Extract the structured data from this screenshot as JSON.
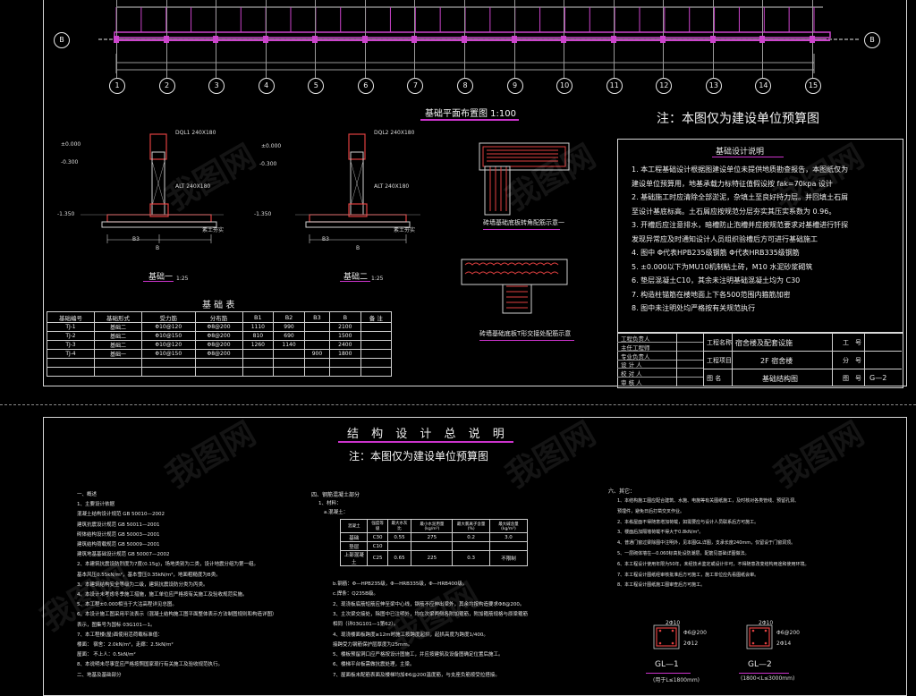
{
  "plan": {
    "axis_b": "B",
    "axis_numbers": [
      "1",
      "2",
      "3",
      "4",
      "5",
      "6",
      "7",
      "8",
      "9",
      "10",
      "11",
      "12",
      "13",
      "14",
      "15"
    ],
    "title": "基础平面布置图 1:100",
    "note": "注：本图仅为建设单位预算图"
  },
  "sections": {
    "section1_label": "基础一",
    "section1_scale": "1:25",
    "section2_label": "基础二",
    "section2_scale": "1:25",
    "s1_beam": "DQL1 240X180",
    "s1_beam2": "ALT 240X180",
    "s2_beam": "DQL2 240X180",
    "s2_beam2": "ALT 240X180",
    "elev_top": "±0.000",
    "elev_mid": "-0.300",
    "elev_bot": "-1.350",
    "dim_b3": "B3",
    "dim_b": "B",
    "dim_b3b": "B3",
    "dim_b2": "B",
    "soil": "素土夯实",
    "soil2": "素土夯实"
  },
  "foundation_table": {
    "title": "基 础 表",
    "headers": [
      "基础编号",
      "基础形式",
      "受力筋",
      "分布筋",
      "B1",
      "B2",
      "B3",
      "B",
      "备 注"
    ],
    "rows": [
      [
        "TJ-1",
        "基础二",
        "Φ10@120",
        "Φ8@200",
        "1110",
        "990",
        "",
        "2100",
        ""
      ],
      [
        "TJ-2",
        "基础二",
        "Φ10@150",
        "Φ8@200",
        "810",
        "690",
        "",
        "1500",
        ""
      ],
      [
        "TJ-3",
        "基础二",
        "Φ10@120",
        "Φ8@200",
        "1260",
        "1140",
        "",
        "2400",
        ""
      ],
      [
        "TJ-4",
        "基础一",
        "Φ10@150",
        "Φ8@200",
        "",
        "",
        "900",
        "1800",
        ""
      ]
    ]
  },
  "details": {
    "detail1": "砖墙基础底板转角配筋示意一",
    "detail2": "砖墙基础底板T形交接处配筋示意"
  },
  "design_notes": {
    "title": "基础设计说明",
    "items": [
      "1.  本工程基础设计根据图建设单位未提供地质勘查报告，本图纸仅为",
      "     建设单位预算用，地基承载力标特征值假设按  fak=70kpa 设计",
      "2.  基础施工时应清除全部淤泥，杂填土至良好持力层。并回填土石屑",
      "     至设计基底标高。土石屑应按规范分层夯实其压实系数为 0.96。",
      "3.  开槽后应注意排水，暗槽防止泡槽并应按规范要求对基槽进行钎探",
      "     发现异常应及时通知设计人员组织验槽后方可进行基础施工",
      "4.  图中 Φ代表HPB235级钢筋 Φ代表HRB335级钢筋",
      "5.  ±0.000以下为MU10机制粘土砖，M10 水泥砂浆砌筑",
      "6.  垫层混凝土C10，其余未注明基础混凝土均为 C30",
      "7.  构造柱锚筋在楼地面上下各500范围内箍筋加密",
      "8.  图中未注明处均严格按有关规范执行"
    ]
  },
  "title_block": {
    "left_labels": [
      "工程负责人",
      "主任工程师",
      "专业负责人",
      "设  计  人",
      "校  对  人",
      "审  核  人"
    ],
    "project_label": "工程名称",
    "project_value": "宿舍楼及配套设施",
    "item_label": "工程项目",
    "item_value": "2F 宿舍楼",
    "drawing_label": "图    名",
    "drawing_value": "基础结构图",
    "no_label": "工",
    "no_label2": "号",
    "div_label": "分",
    "div_label2": "号",
    "fig_label": "图",
    "fig_label2": "号",
    "fig_value": "G—2"
  },
  "general": {
    "title": "结 构 设 计 总 说 明",
    "note": "注：本图仅为建设单位预算图",
    "col1": [
      "一、概述",
      "1、主要设计依据",
      "   混凝土结构设计规范            GB 50010—2002",
      "   建筑抗震设计规范              GB 50011—2001",
      "   砌体结构设计规范              GB 50003—2001",
      "   建筑结构荷载规范              GB 50009—2001",
      "   建筑地基基础设计规范          GB 50007—2002",
      "2、本建筑抗震设防烈度为7度(0.15g)，场地类别为二类，设计地震分组为第一组。",
      "   基本风压0.55kN/m²，基本雪压0.35kN/m²，地面粗糙度为B类。",
      "3、本建筑结构安全等级为二级，建筑抗震设防分类为丙类。",
      "4、本设计未考虑冬季施工措施，施工单位应严格按有关施工及验收规范实施。",
      "5、本工程±0.000相当于大沽高程详见总图。",
      "6、本设计施工图采用平法表示（混凝土结构施工图平面整体表示方法制图规则和构造详图）",
      "   表示，图集号为国标 03G101—1。",
      "7、本工程楼(屋)面使用活荷载标准值：",
      "        楼面：      宿舍：2.0kN/m²，走廊：2.5kN/m²",
      "        屋面：      不上人：0.5kN/m²",
      "8、本说明未尽事宜应严格按照国家现行有关施工及验收规范执行。",
      "二、地基及基础部分"
    ],
    "col2_title": "四、钢筋混凝土部分",
    "col2_sub1": "1、材料：",
    "col2_sub2": "a.混凝土：",
    "conc_headers": [
      "混凝土",
      "强度等级",
      "最大水灰比",
      "最小水泥用量(kg/m³)",
      "最大氯离子含量(%)",
      "最大碱含量(kg/m³)"
    ],
    "conc_rows": [
      [
        "基础",
        "C30",
        "0.55",
        "275",
        "0.2",
        "3.0"
      ],
      [
        "垫层",
        "C10",
        "",
        "",
        "",
        ""
      ],
      [
        "上部混凝土",
        "C25",
        "0.65",
        "225",
        "0.3",
        "不限制"
      ]
    ],
    "col2": [
      "b.钢筋：Φ—HPB235级，Φ—HRB335级，Φ—HRB400级。",
      "c.焊条：Q235B级。",
      "2、现浇板底筋短筋应伸至梁中心线，钢筋不应伸出梁外，其余均按构造要求Φ8@200。",
      "3、主次梁交接处，除图中已注明外，均在次梁两侧各附加箍筋，附加箍筋规格与原梁箍筋",
      "   相同（详03G101—1第62）。",
      "4、现浇楼面板跨度≥12m时施工按跨度起拱，起拱高度为跨度1/400。",
      "   接跨受力钢筋保护层厚度为25mm。",
      "5、楼板预留洞口应严格按设计图施工，并应按建筑及设备图确定位置后施工。",
      "6、楼梯平台板需做抗震处理，主梁。",
      "7、屋面板未配筋表面及楼梯均加Φ6@200温度筋，与支座负筋按受拉搭接。"
    ],
    "col3_title": "六、其它：",
    "col3": [
      "1、本结构施工图应配合建筑、水施、电施等有关图纸施工，及时核对各类管线、预留孔洞、",
      "   预埋件，避免日后打凿交叉作业。",
      "2、本栋屋面不得随意增加荷载，如需要应与设计人员联系后方可施工。",
      "3、楼面后加隔墙荷载不得大于0.8kN/m²。",
      "4、普通门窗过梁除图中注明外，见本图GL详图，支承长度240mm，仅留设于门窗洞顶。",
      "5、一层砌体墙在—0.060标高处设防潮层，配筋见基础详图做法。",
      "6、本工程设计使用年限为50年，未经技术鉴定或设计许可，不得随意改变结构用途和使用环境。",
      "7、本工程设计图纸经审核批准后方可施工，施工单位应先看图纸会审。",
      "8、本工程设计图纸施工图审查后方可施工。"
    ],
    "gl1_label": "GL—1",
    "gl1_note": "(用于L≤1800mm)",
    "gl2_label": "GL—2",
    "gl2_note": "(1800<L≤3000mm)",
    "gl_top": "2Φ10",
    "gl_bot": "2Φ12",
    "gl_stir": "Φ6@200",
    "gl2_top": "2Φ10",
    "gl2_bot": "2Φ14",
    "gl2_stir": "Φ6@200"
  },
  "watermark": "我图网"
}
